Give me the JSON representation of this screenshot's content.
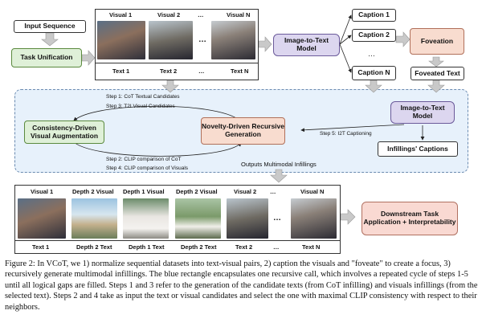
{
  "top": {
    "input_sequence": "Input Sequence",
    "task_unification": "Task Unification",
    "visuals": [
      "Visual 1",
      "Visual 2",
      "…",
      "Visual N"
    ],
    "texts": [
      "Text 1",
      "Text 2",
      "…",
      "Text N"
    ],
    "i2t_model": "Image-to-Text Model",
    "captions": [
      "Caption 1",
      "Caption 2",
      "…",
      "Caption N"
    ],
    "foveation": "Foveation",
    "foveated_text": "Foveated Text"
  },
  "middle": {
    "consistency": "Consistency-Driven Visual Augmentation",
    "novelty": "Novelty-Driven Recursive Generation",
    "i2t_model": "Image-to-Text Model",
    "infillings_captions": "Infillings' Captions",
    "step1": "Step 1: CoT Textual Candidates",
    "step3": "Step 3: T2I Visual Candidates",
    "step2": "Step 2: CLIP comparison of CoT",
    "step4": "Step 4: CLIP comparison of Visuals",
    "step5": "Step 5: I2T Captioning",
    "outputs": "Outputs Multimodal Infillings"
  },
  "bottom": {
    "visuals": [
      "Visual 1",
      "Depth 2 Visual",
      "Depth 1 Visual",
      "Depth 2 Visual",
      "Visual 2",
      "…",
      "Visual N"
    ],
    "texts": [
      "Text 1",
      "Depth 2 Text",
      "Depth 1 Text",
      "Depth 2 Text",
      "Text 2",
      "…",
      "Text N"
    ],
    "downstream": "Downstream Task Application + Interpretability"
  },
  "caption": "Figure 2: In VCoT, we 1) normalize sequential datasets into text-visual pairs, 2) caption the visuals and \"foveate\" to create a focus, 3) recursively generate multimodal infillings. The blue rectangle encapsulates one recursive call, which involves a repeated cycle of steps 1-5 until all logical gaps are filled. Steps 1 and 3 refer to the generation of the candidate texts (from CoT infilling) and visuals infillings (from the selected text). Steps 2 and 4 take as input the text or visual candidates and select the one with maximal CLIP consistency with respect to their neighbors.",
  "colors": {
    "purple": "#dcd6ef",
    "green": "#dff0d8",
    "peach": "#f8dccf",
    "blue_region": "#e7f1fb",
    "arrow_gray": "#c9c9c9"
  }
}
